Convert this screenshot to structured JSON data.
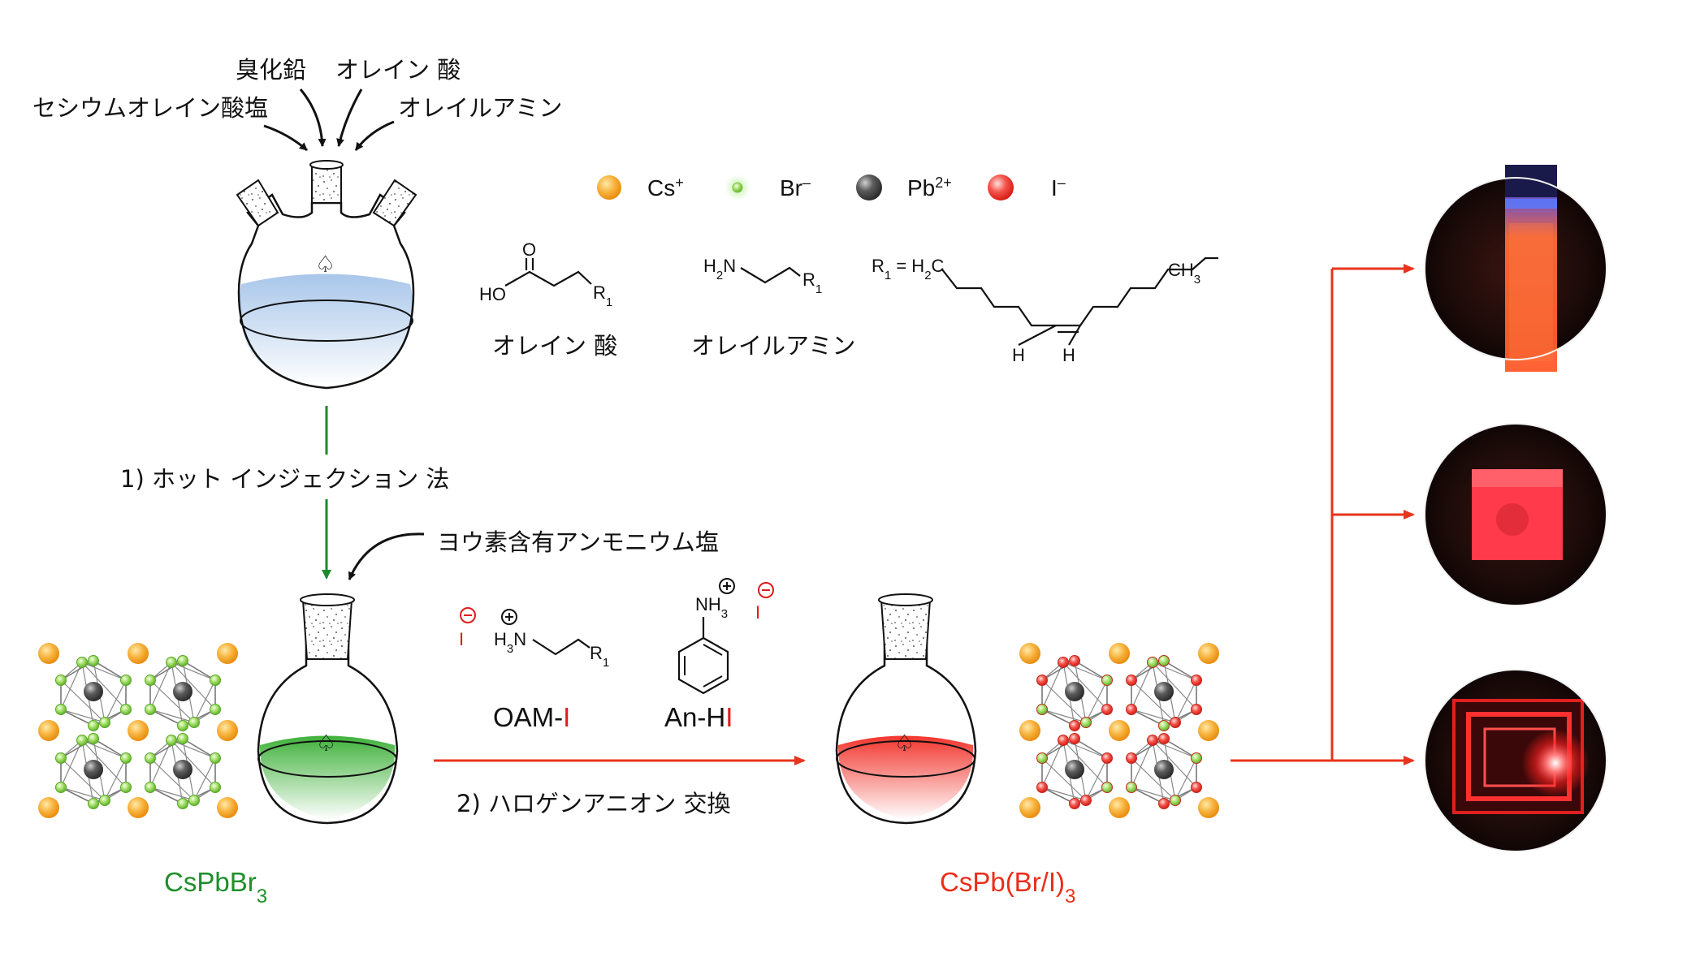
{
  "reagents": {
    "cs_oleate": "セシウムオレイン酸塩",
    "pbbr2": "臭化鉛",
    "oleic_acid": "オレイン 酸",
    "oleylamine": "オレイルアミン"
  },
  "legend": [
    {
      "symbol": "Cs",
      "charge": "+",
      "color": "#f5a623"
    },
    {
      "symbol": "Br",
      "charge": "–",
      "color": "#8bd04a"
    },
    {
      "symbol": "Pb",
      "charge": "2+",
      "color": "#555555"
    },
    {
      "symbol": "I",
      "charge": "–",
      "color": "#f2403a"
    }
  ],
  "structures": {
    "oleic_acid_label": "オレイン 酸",
    "oleylamine_label": "オレイルアミン",
    "o": "O",
    "ho": "HO",
    "r1": "R",
    "r1_sub": "1",
    "h2n": "H",
    "h2n_sub": "2",
    "h2n_n": "N",
    "r1_def": "R",
    "r1_def_sub": "1",
    "r1_def_eq": " = H",
    "r1_def_h2sub": "2",
    "r1_def_c": "C",
    "ch3": "CH",
    "ch3_sub": "3",
    "h_left": "H",
    "h_right": "H"
  },
  "steps": {
    "step1": "1) ホット インジェクション 法",
    "iodine_source": "ヨウ素含有アンモニウム塩",
    "step2": "2) ハロゲンアニオン 交換"
  },
  "ammonium": {
    "oam_prefix": "OAM-",
    "oam_i": "I",
    "an_prefix": "An-H",
    "an_i": "I",
    "iodide": "I",
    "h3n": "H",
    "h3n_sub": "3",
    "h3n_n": "N",
    "nh3": "NH",
    "nh3_sub": "3",
    "r1": "R",
    "r1_sub": "1"
  },
  "products": {
    "start_prefix": "CsPbBr",
    "start_sub": "3",
    "final_prefix": "CsPb(Br/I)",
    "final_sub": "3"
  },
  "colors": {
    "green_arrow": "#1a8a2e",
    "red_arrow": "#e8341c",
    "green_text": "#1f8f2a",
    "red_text": "#ea2e1b",
    "iodide": "#e01b1b"
  }
}
